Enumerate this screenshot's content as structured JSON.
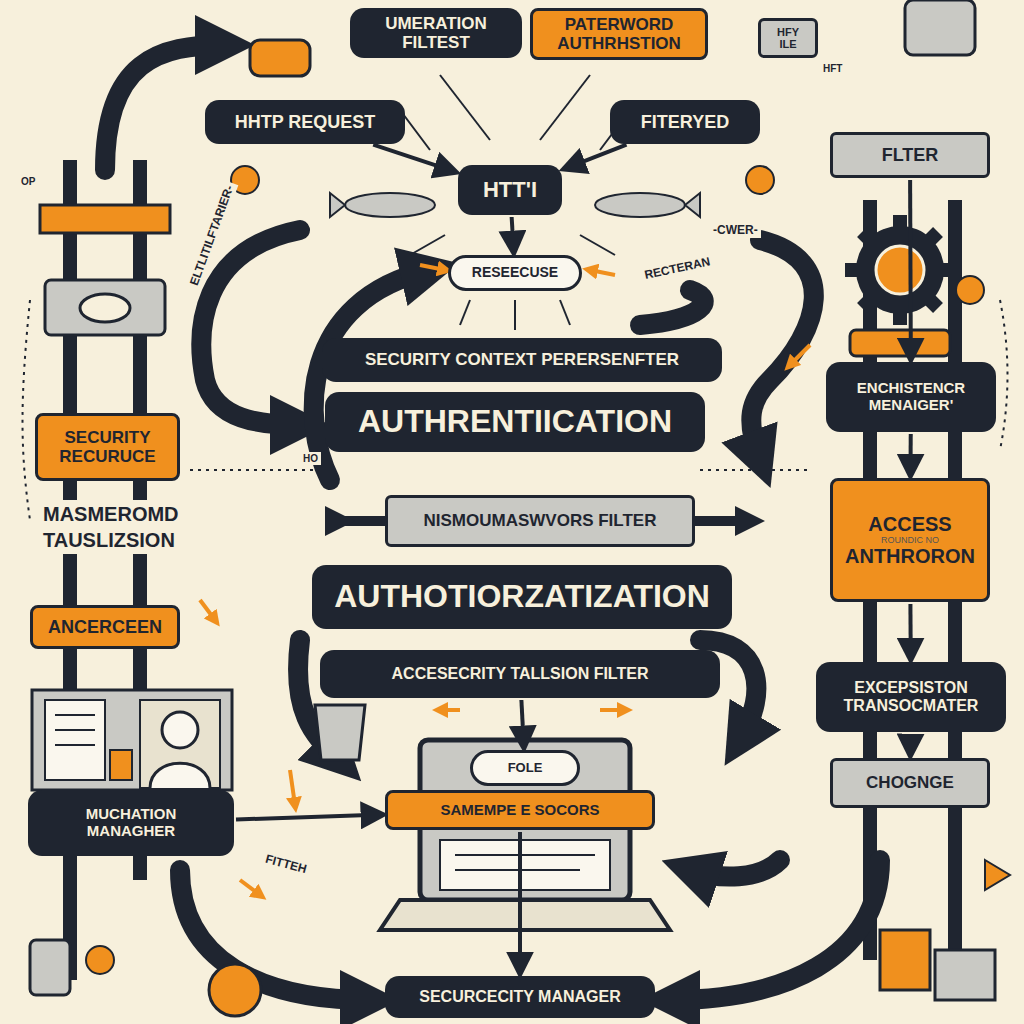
{
  "diagram": {
    "nodes": [
      {
        "text": [
          "UMERATION FILTEST"
        ]
      },
      {
        "text": [
          "PATERWORD AUTHRHSTION"
        ]
      },
      {
        "text": [
          "HFY ILE"
        ]
      },
      {
        "text": [
          "HHTP REQUEST"
        ]
      },
      {
        "text": [
          "FITERYED"
        ]
      },
      {
        "text": [
          "FLTER"
        ]
      },
      {
        "text": [
          "HTT'I"
        ]
      },
      {
        "text": [
          "RESEECUSE"
        ]
      },
      {
        "text": [
          "SECURITY CONTEXT PERERSENFTER"
        ]
      },
      {
        "text": [
          "AUTHRENTIICATION"
        ]
      },
      {
        "text": [
          "ENCHISTENCR MENAIGER'"
        ]
      },
      {
        "text": [
          "SECURITY RECURUCE"
        ]
      },
      {
        "text": [
          "NISMOUMASWVORS FILTER"
        ]
      },
      {
        "text": [
          "AUTHOTIORZATIZATION"
        ]
      },
      {
        "text": [
          "ACCESS",
          "ROUNDIC NO",
          "ANTHRORON"
        ]
      },
      {
        "text": [
          "ANCERCEEN"
        ]
      },
      {
        "text": [
          "ACCESECRITY TALLSION FILTER"
        ]
      },
      {
        "text": [
          "EXCEPSISTON TRANSOCMATER"
        ]
      },
      {
        "text": [
          "CHOGNGE"
        ]
      },
      {
        "text": [
          "FOLE"
        ]
      },
      {
        "text": [
          "SAMEMPE E SOCORS"
        ]
      },
      {
        "text": [
          "MUCHATION MANAGHER"
        ]
      },
      {
        "text": [
          "SECURCECITY MANAGER"
        ]
      }
    ],
    "edges": [
      {
        "from": 3,
        "to": 6,
        "arrow": "to"
      },
      {
        "from": 4,
        "to": 6,
        "arrow": "to"
      },
      {
        "from": 6,
        "to": 7,
        "arrow": "to"
      },
      {
        "from": 5,
        "to": 10,
        "arrow": "to"
      },
      {
        "from": 10,
        "to": 14,
        "arrow": "to"
      },
      {
        "from": 14,
        "to": 17,
        "arrow": "to"
      },
      {
        "from": 17,
        "to": 18,
        "arrow": "to"
      },
      {
        "from": 16,
        "to": 19,
        "arrow": "to"
      },
      {
        "from": 19,
        "to": 20,
        "arrow": "none"
      },
      {
        "from": 21,
        "to": 20,
        "arrow": "to"
      },
      {
        "from": 20,
        "to": 22,
        "arrow": "to"
      }
    ],
    "labels": [
      "MASMEROMD TAUSLIZSION",
      "ELTLITILFTARIER-",
      "-CWER-",
      "RECTERAN",
      "FITTEH",
      "HFT",
      "OP",
      "HO"
    ]
  }
}
